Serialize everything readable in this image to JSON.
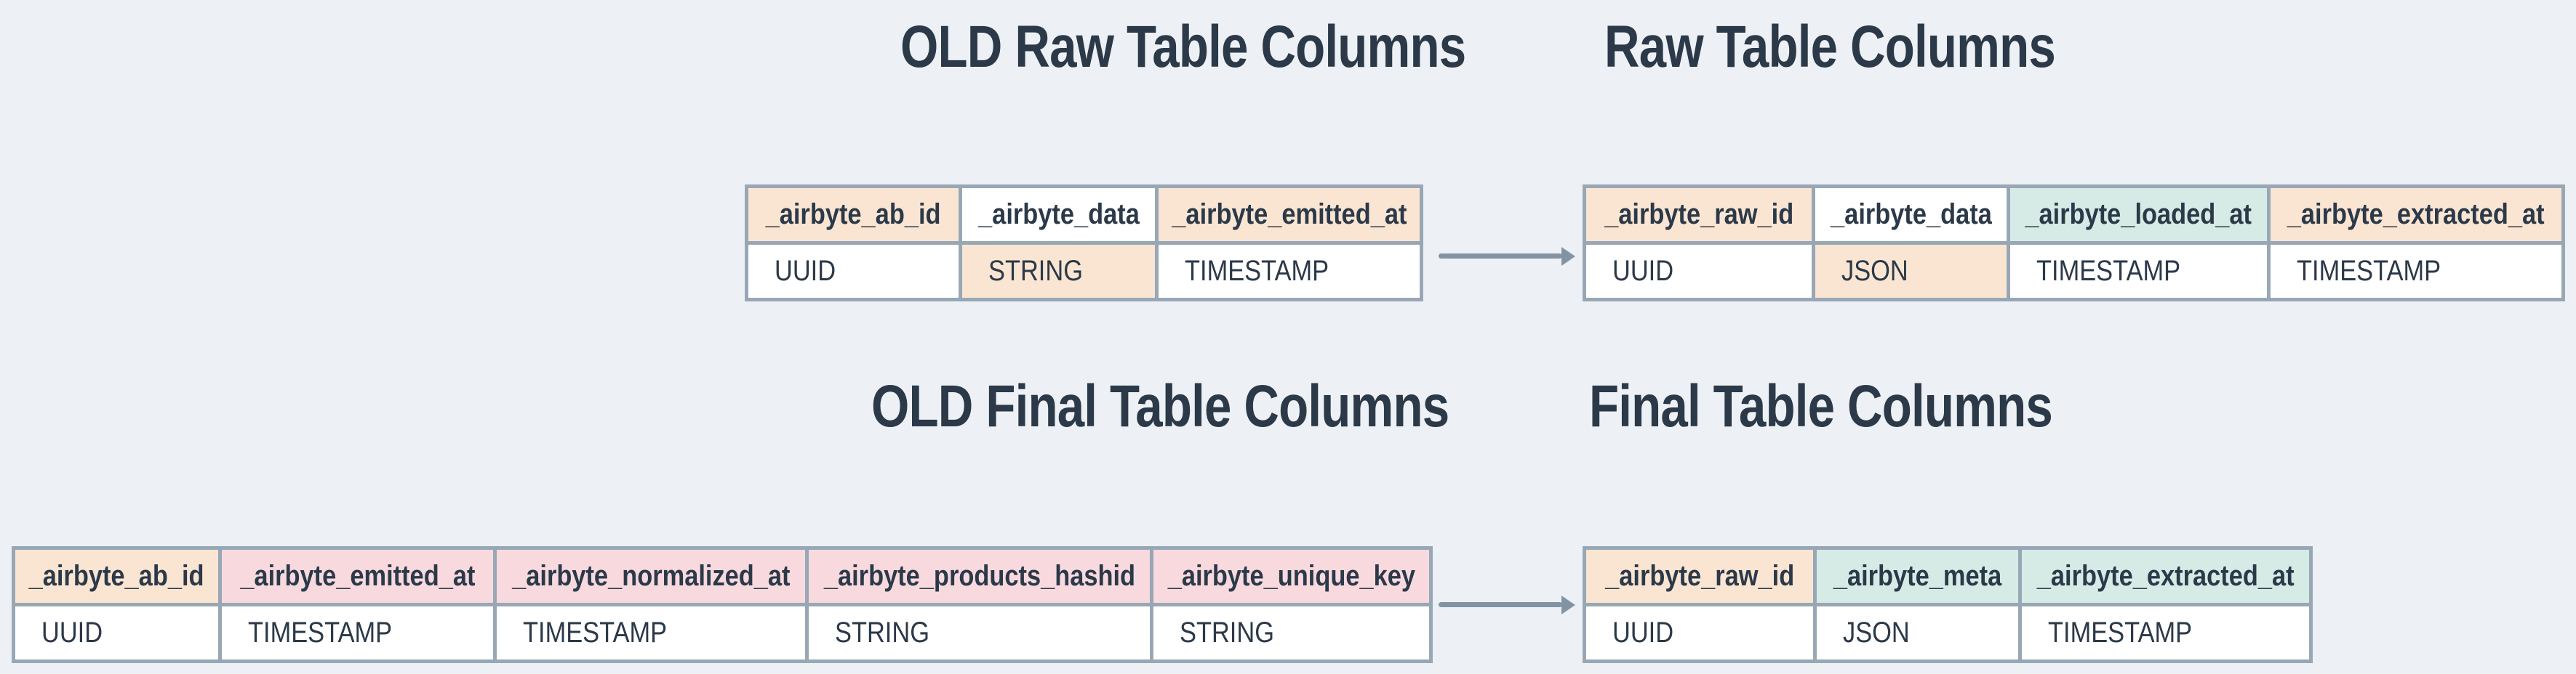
{
  "diagram": {
    "titles": {
      "old_raw": "OLD Raw Table Columns",
      "raw": "Raw Table Columns",
      "old_final": "OLD Final Table Columns",
      "final": "Final Table Columns"
    },
    "colors": {
      "background": "#edf1f5",
      "cell_white": "#ffffff",
      "peach": "#fae5d3",
      "pink": "#f8d9de",
      "teal": "#d6ebe6",
      "table_border": "#98a7b5",
      "arrow": "#8294a4",
      "text": "#2b3948"
    },
    "tables": {
      "old_raw": {
        "columns": [
          {
            "name": "_airbyte_ab_id",
            "type": "UUID",
            "header_bg": "peach",
            "type_bg": "cell_white"
          },
          {
            "name": "_airbyte_data",
            "type": "STRING",
            "header_bg": "cell_white",
            "type_bg": "peach"
          },
          {
            "name": "_airbyte_emitted_at",
            "type": "TIMESTAMP",
            "header_bg": "peach",
            "type_bg": "cell_white"
          }
        ]
      },
      "raw": {
        "columns": [
          {
            "name": "_airbyte_raw_id",
            "type": "UUID",
            "header_bg": "peach",
            "type_bg": "cell_white"
          },
          {
            "name": "_airbyte_data",
            "type": "JSON",
            "header_bg": "cell_white",
            "type_bg": "peach"
          },
          {
            "name": "_airbyte_loaded_at",
            "type": "TIMESTAMP",
            "header_bg": "teal",
            "type_bg": "cell_white"
          },
          {
            "name": "_airbyte_extracted_at",
            "type": "TIMESTAMP",
            "header_bg": "peach",
            "type_bg": "cell_white"
          }
        ]
      },
      "old_final": {
        "columns": [
          {
            "name": "_airbyte_ab_id",
            "type": "UUID",
            "header_bg": "peach",
            "type_bg": "cell_white"
          },
          {
            "name": "_airbyte_emitted_at",
            "type": "TIMESTAMP",
            "header_bg": "pink",
            "type_bg": "cell_white"
          },
          {
            "name": "_airbyte_normalized_at",
            "type": "TIMESTAMP",
            "header_bg": "pink",
            "type_bg": "cell_white"
          },
          {
            "name": "_airbyte_products_hashid",
            "type": "STRING",
            "header_bg": "pink",
            "type_bg": "cell_white"
          },
          {
            "name": "_airbyte_unique_key",
            "type": "STRING",
            "header_bg": "pink",
            "type_bg": "cell_white"
          }
        ]
      },
      "final": {
        "columns": [
          {
            "name": "_airbyte_raw_id",
            "type": "UUID",
            "header_bg": "peach",
            "type_bg": "cell_white"
          },
          {
            "name": "_airbyte_meta",
            "type": "JSON",
            "header_bg": "teal",
            "type_bg": "cell_white"
          },
          {
            "name": "_airbyte_extracted_at",
            "type": "TIMESTAMP",
            "header_bg": "teal",
            "type_bg": "cell_white"
          }
        ]
      }
    }
  }
}
